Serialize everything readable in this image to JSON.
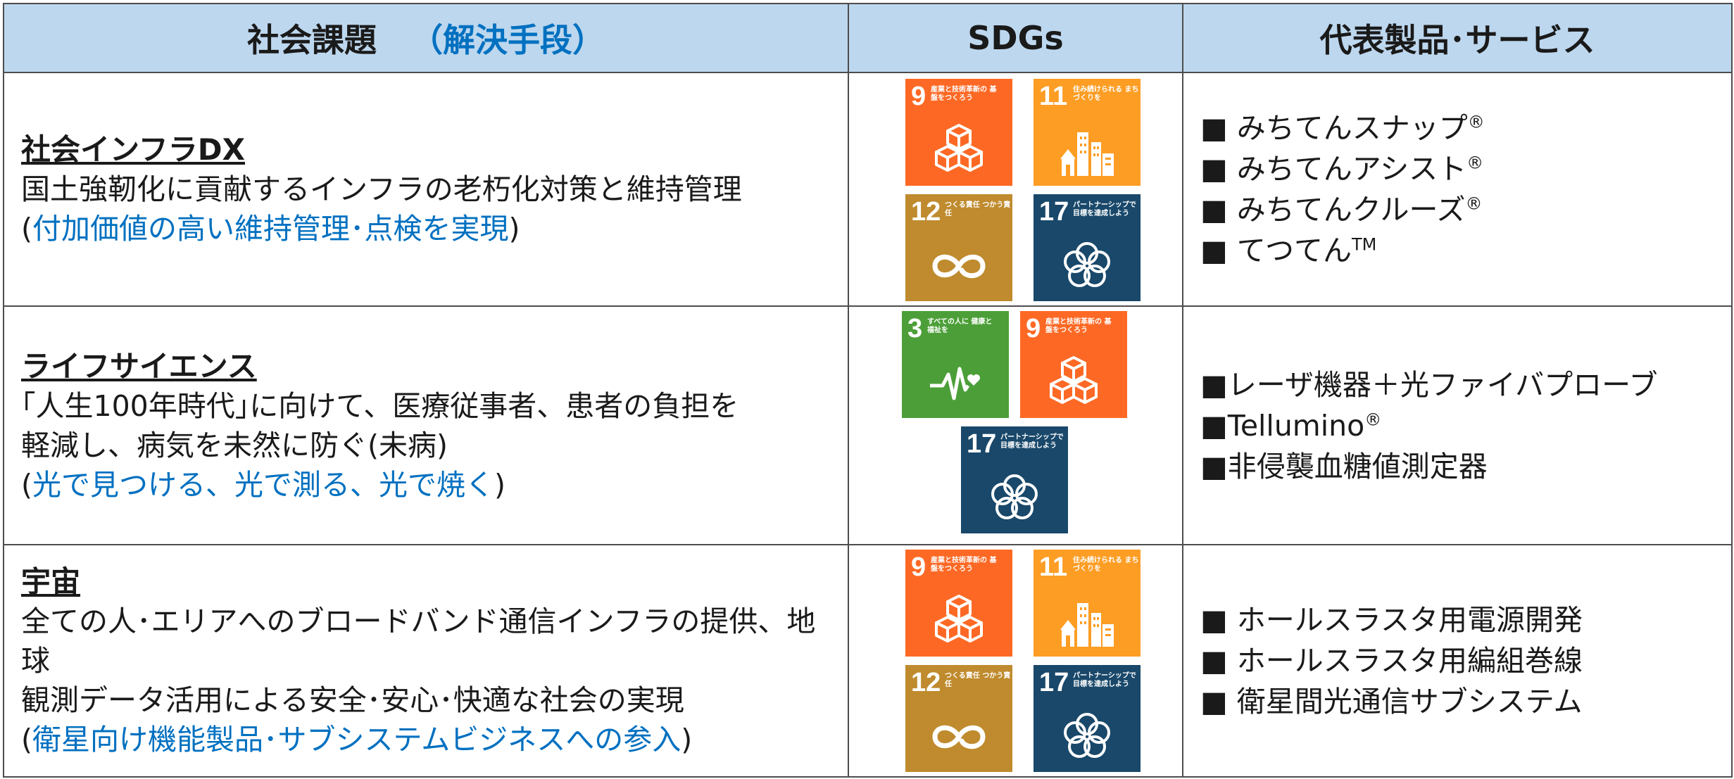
{
  "header": {
    "issue": "社会課題",
    "issue_paren_open": "（",
    "issue_means": "解決手段",
    "issue_paren_close": "）",
    "sdgs": "SDGs",
    "products": "代表製品･サービス"
  },
  "colors": {
    "header_bg": "#bdd7ee",
    "accent": "#0070c0",
    "sdg3": "#4c9f38",
    "sdg9": "#fd6925",
    "sdg11": "#fd9d24",
    "sdg12": "#bf8b2e",
    "sdg17": "#19486a"
  },
  "sdg_labels": {
    "g3": "すべての人に 健康と福祉を",
    "g9": "産業と技術革新の 基盤をつくろう",
    "g11": "住み続けられる まちづくりを",
    "g12": "つくる責任 つかう責任",
    "g17": "パートナーシップで 目標を達成しよう"
  },
  "rows": [
    {
      "title": "社会インフラDX",
      "lines": [
        "国土強靭化に貢献するインフラの老朽化対策と維持管理"
      ],
      "solution": "付加価値の高い維持管理･点検を実現",
      "products": [
        {
          "text": "■ みちてんスナップ",
          "mark": "®"
        },
        {
          "text": "■ みちてんアシスト",
          "mark": "®"
        },
        {
          "text": "■ みちてんクルーズ",
          "mark": "®"
        },
        {
          "text": "■ てつてん",
          "mark": "TM"
        }
      ]
    },
    {
      "title": "ライフサイエンス",
      "lines": [
        "｢人生100年時代｣に向けて、医療従事者、患者の負担を",
        "軽減し、病気を未然に防ぐ(未病)"
      ],
      "solution": "光で見つける、光で測る、光で焼く",
      "products": [
        {
          "text": "■レーザ機器＋光ファイバプローブ",
          "mark": ""
        },
        {
          "text": "■Tellumino",
          "mark": "®"
        },
        {
          "text": "■非侵襲血糖値測定器",
          "mark": ""
        }
      ]
    },
    {
      "title": "宇宙",
      "lines": [
        "全ての人･エリアへのブロードバンド通信インフラの提供、地球",
        "観測データ活用による安全･安心･快適な社会の実現"
      ],
      "solution": "衛星向け機能製品･サブシステムビジネスへの参入",
      "products": [
        {
          "text": "■ ホールスラスタ用電源開発",
          "mark": ""
        },
        {
          "text": "■ ホールスラスタ用編組巻線",
          "mark": ""
        },
        {
          "text": "■ 衛星間光通信サブシステム",
          "mark": ""
        }
      ]
    }
  ]
}
